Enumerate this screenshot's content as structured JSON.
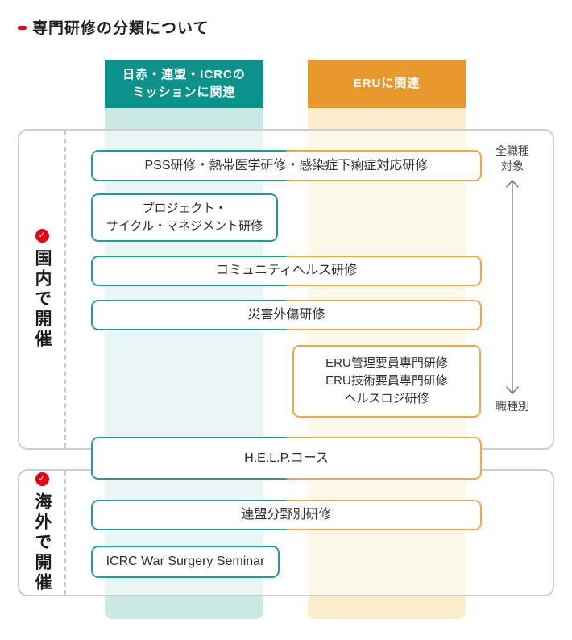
{
  "title": {
    "text": "専門研修の分類について"
  },
  "columns": [
    {
      "name": "mission",
      "label_lines": [
        "日赤・連盟・ICRCの",
        "ミッションに関連"
      ],
      "header_color": "#0d928b",
      "band_color": "#cbe9e2"
    },
    {
      "name": "eru",
      "label_lines": [
        "ERUに関連"
      ],
      "header_color": "#e8992e",
      "band_color": "#faeecb"
    }
  ],
  "sections": [
    {
      "name": "domestic",
      "label": "国内で開催",
      "check_glyph": "✓"
    },
    {
      "name": "overseas",
      "label": "海外で開催",
      "check_glyph": "✓"
    }
  ],
  "scale": {
    "top_label_lines": [
      "全職種",
      "対象"
    ],
    "bottom_label": "職種別"
  },
  "courses": [
    {
      "scope": "both",
      "label_lines": [
        "PSS研修・熱帯医学研修・感染症下痢症対応研修"
      ]
    },
    {
      "scope": "mission",
      "label_lines": [
        "プロジェクト・",
        "サイクル・マネジメント研修"
      ]
    },
    {
      "scope": "both",
      "label_lines": [
        "コミュニティヘルス研修"
      ]
    },
    {
      "scope": "both",
      "label_lines": [
        "災害外傷研修"
      ]
    },
    {
      "scope": "eru",
      "label_lines": [
        "ERU管理要員専門研修",
        "ERU技術要員専門研修",
        "ヘルスロジ研修"
      ]
    },
    {
      "scope": "both",
      "label_lines": [
        "H.E.L.P.コース"
      ]
    },
    {
      "scope": "both",
      "label_lines": [
        "連盟分野別研修"
      ]
    },
    {
      "scope": "mission",
      "label_lines": [
        "ICRC War Surgery Seminar"
      ]
    }
  ],
  "colors": {
    "teal": "#0d928b",
    "teal_border": "#1f9d96",
    "orange": "#e8992e",
    "orange_border": "#f0a843",
    "band_teal": "#cbe9e2",
    "band_yellow": "#faeecb",
    "red": "#e60012",
    "section_border": "#cdcdcd"
  }
}
